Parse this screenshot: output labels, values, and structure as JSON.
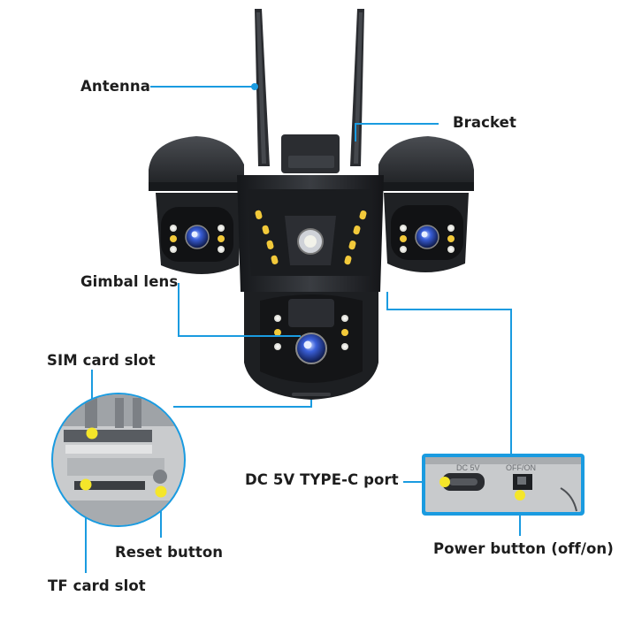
{
  "labels": {
    "antenna": "Antenna",
    "bracket": "Bracket",
    "gimbal_lens": "Gimbal lens",
    "sim_card_slot": "SIM card slot",
    "dc_port": "DC 5V TYPE-C port",
    "reset_button": "Reset button",
    "power_button": "Power button (off/on)",
    "tf_card_slot": "TF card slot"
  },
  "panel_print": {
    "dc": "DC 5V",
    "onoff": "OFF/ON"
  },
  "colors": {
    "callout_line": "#1a9be0",
    "highlight_dot": "#f5e62a",
    "camera_body": "#222427",
    "led_yellow": "#f2c93a",
    "led_white": "#f4f4f0",
    "lens_blue": "#3a5fd8"
  }
}
